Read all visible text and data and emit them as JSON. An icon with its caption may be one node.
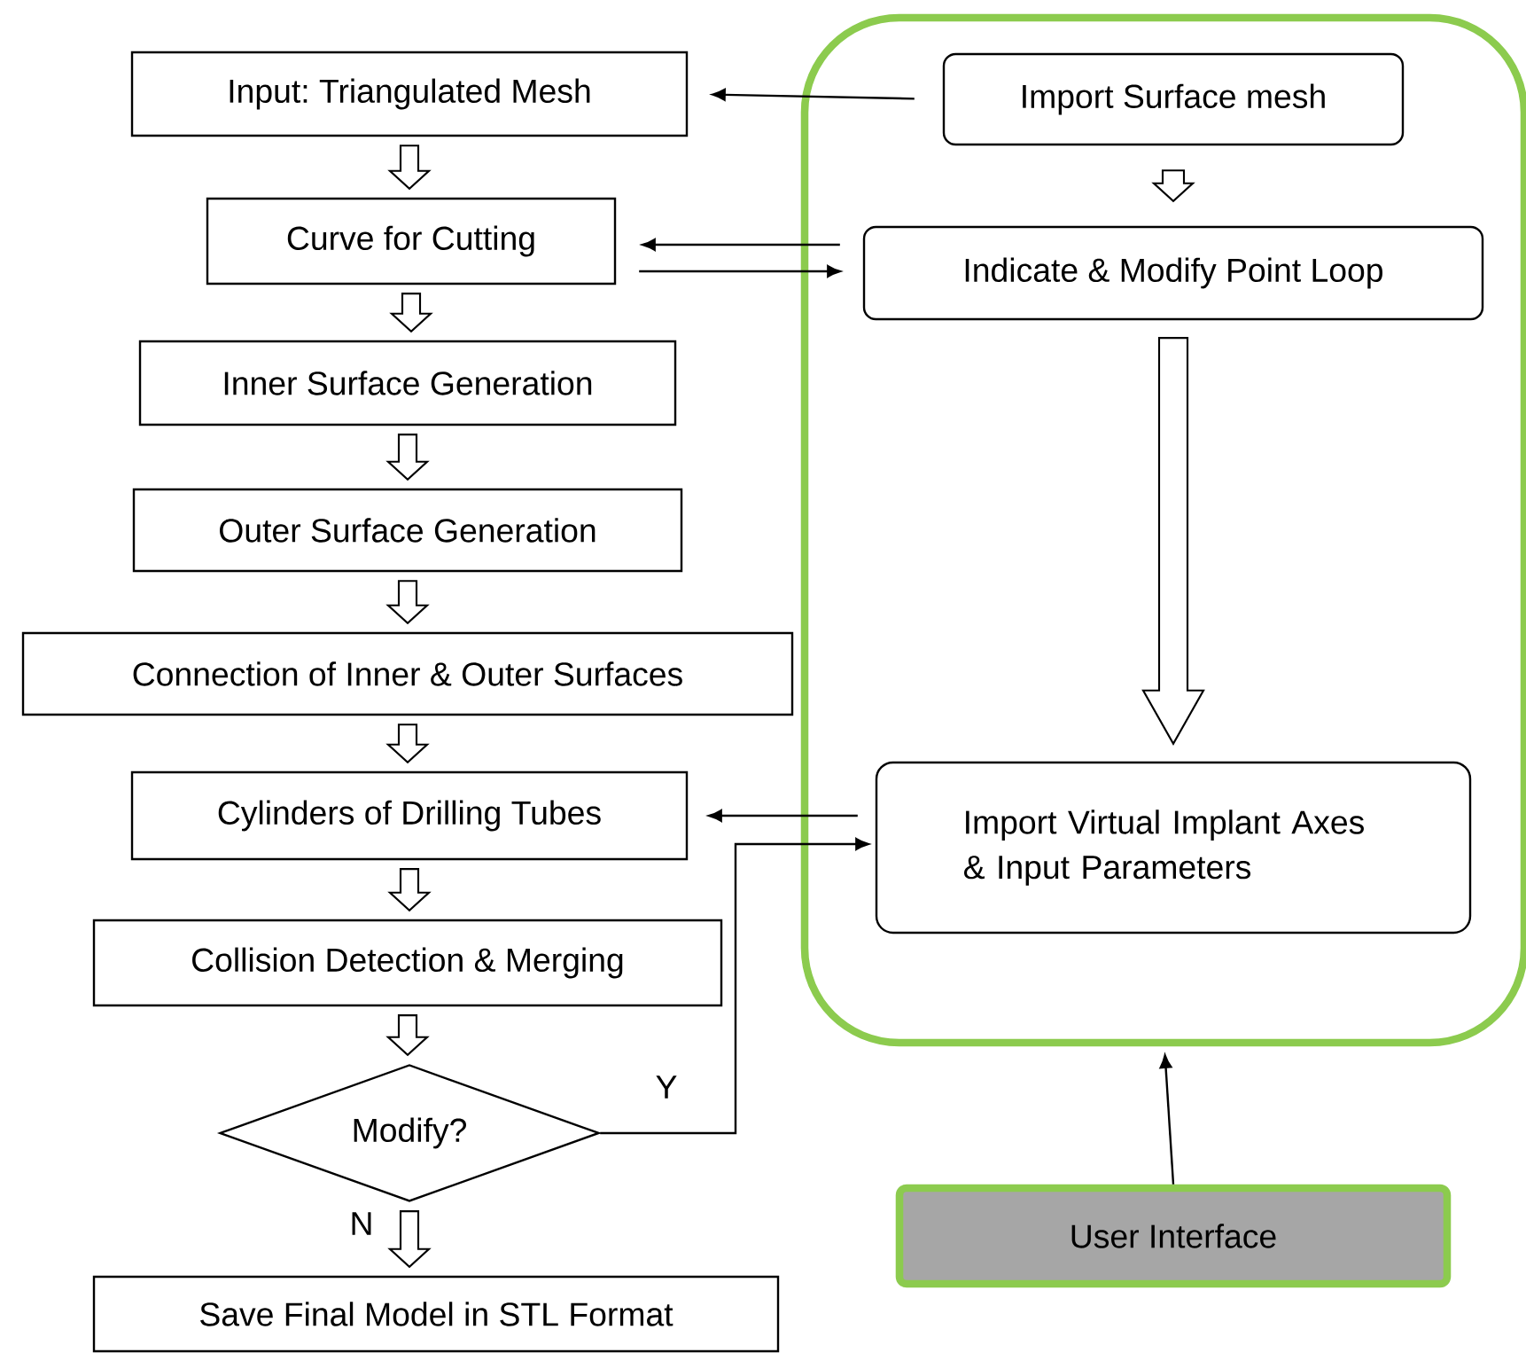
{
  "diagram": {
    "nodes": [
      {
        "text": [
          "Input: Triangulated Mesh"
        ]
      },
      {
        "text": [
          "Curve for Cutting"
        ]
      },
      {
        "text": [
          "Inner Surface Generation"
        ]
      },
      {
        "text": [
          "Outer Surface Generation"
        ]
      },
      {
        "text": [
          "Connection of Inner & Outer Surfaces"
        ]
      },
      {
        "text": [
          "Cylinders of Drilling Tubes"
        ]
      },
      {
        "text": [
          "Collision Detection & Merging"
        ]
      },
      {
        "text": [
          "Modify?"
        ]
      },
      {
        "text": [
          "Save Final Model in STL Format"
        ]
      },
      {
        "text": [],
        "shape": "box"
      },
      {
        "text": [
          "Import Surface mesh"
        ],
        "in": 9
      },
      {
        "text": [
          "Indicate & Modify Point Loop"
        ],
        "in": 9
      },
      {
        "text": [
          "Import Virtual Implant Axes & Input Parameters"
        ],
        "in": 9
      },
      {
        "text": [
          "User Interface"
        ]
      }
    ],
    "edges": [
      {
        "from": 0,
        "to": 1,
        "arrow": "to"
      },
      {
        "from": 1,
        "to": 2,
        "arrow": "to"
      },
      {
        "from": 2,
        "to": 3,
        "arrow": "to"
      },
      {
        "from": 3,
        "to": 4,
        "arrow": "to"
      },
      {
        "from": 4,
        "to": 5,
        "arrow": "to"
      },
      {
        "from": 5,
        "to": 6,
        "arrow": "to"
      },
      {
        "from": 6,
        "to": 7,
        "arrow": "to"
      },
      {
        "from": 7,
        "to": 8,
        "arrow": "to",
        "label": "N"
      },
      {
        "from": 10,
        "to": 0,
        "arrow": "to"
      },
      {
        "from": 11,
        "to": 1,
        "arrow": "to"
      },
      {
        "from": 1,
        "to": 11,
        "arrow": "to"
      },
      {
        "from": 12,
        "to": 5,
        "arrow": "to"
      },
      {
        "from": 7,
        "to": 12,
        "arrow": "to",
        "label": "Y"
      },
      {
        "from": 10,
        "to": 11,
        "arrow": "to"
      },
      {
        "from": 11,
        "to": 12,
        "arrow": "to"
      },
      {
        "from": 13,
        "to": 9,
        "arrow": "to"
      }
    ]
  }
}
